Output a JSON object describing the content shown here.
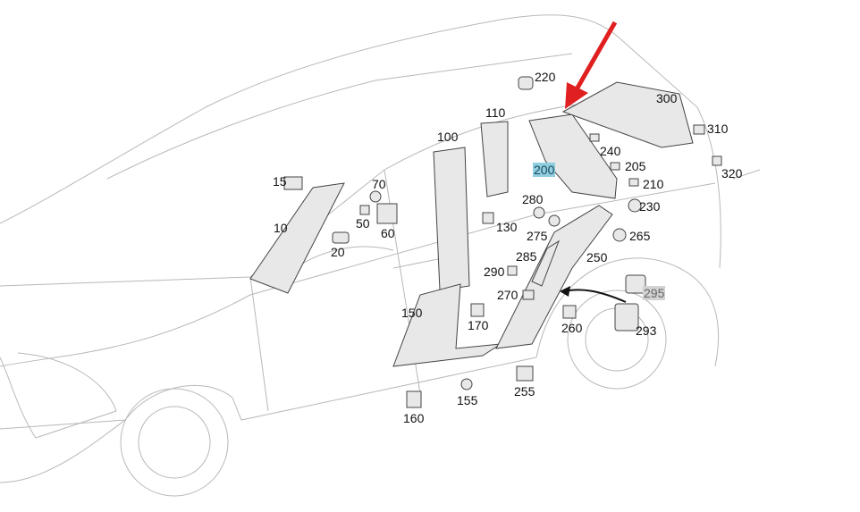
{
  "diagram": {
    "labels": {
      "l220": "220",
      "l300": "300",
      "l110": "110",
      "l100": "100",
      "l310": "310",
      "l240": "240",
      "l200": "200",
      "l205": "205",
      "l320": "320",
      "l15": "15",
      "l70": "70",
      "l210": "210",
      "l280": "280",
      "l230": "230",
      "l10": "10",
      "l50": "50",
      "l60": "60",
      "l130": "130",
      "l275": "275",
      "l265": "265",
      "l20": "20",
      "l285": "285",
      "l250": "250",
      "l290": "290",
      "l295": "295",
      "l270": "270",
      "l150": "150",
      "l170": "170",
      "l260": "260",
      "l293": "293",
      "l255": "255",
      "l155": "155",
      "l160": "160"
    },
    "colors": {
      "highlight_selected": "#8fcde0",
      "highlight_muted": "#d2d2d2",
      "arrow": "#e02020"
    }
  }
}
